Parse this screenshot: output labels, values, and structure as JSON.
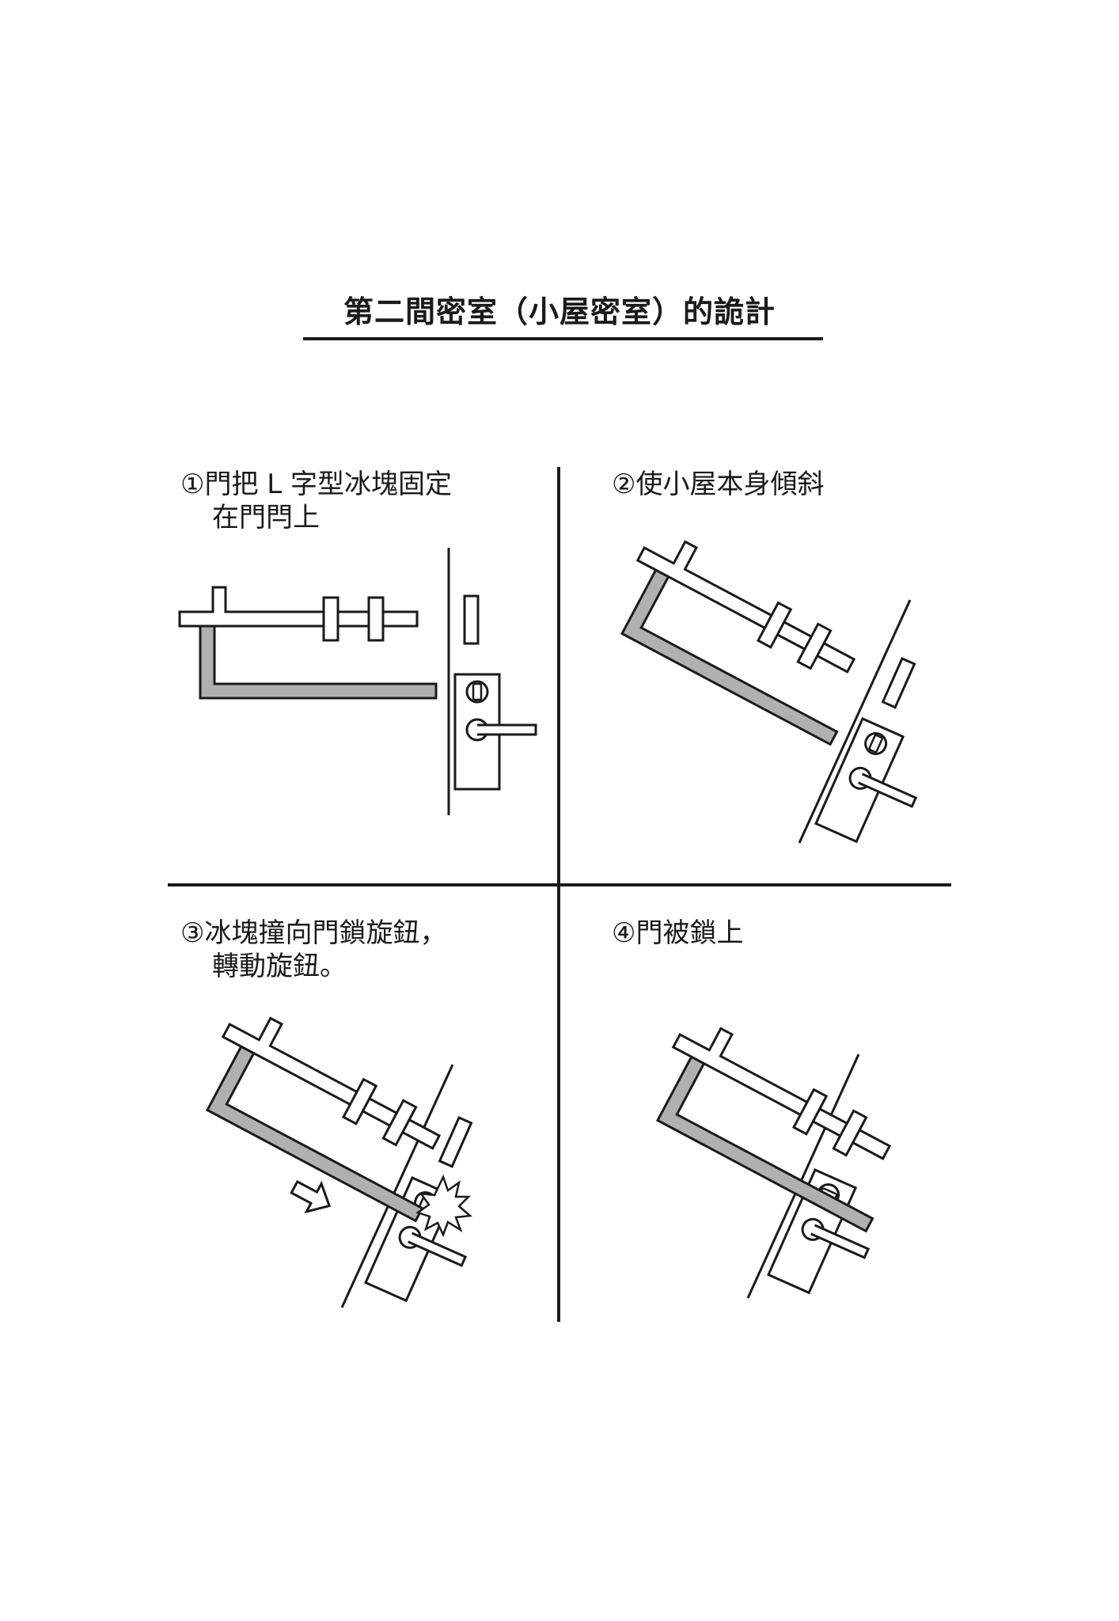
{
  "title": "第二間密室（小屋密室）的詭計",
  "colors": {
    "ink": "#1a1a1a",
    "ice": "#b0b0b0",
    "paper": "#ffffff"
  },
  "panels": [
    {
      "caption_line1": "①門把 L 字型冰塊固定",
      "caption_line2": "在門閂上"
    },
    {
      "caption_line1": "②使小屋本身傾斜",
      "caption_line2": ""
    },
    {
      "caption_line1": "③冰塊撞向門鎖旋鈕，",
      "caption_line2": "轉動旋鈕。"
    },
    {
      "caption_line1": "④門被鎖上",
      "caption_line2": ""
    }
  ]
}
